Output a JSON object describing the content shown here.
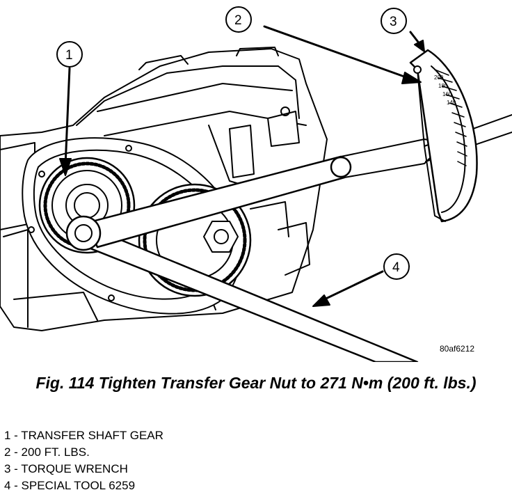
{
  "callouts": [
    {
      "number": "1"
    },
    {
      "number": "2"
    },
    {
      "number": "3"
    },
    {
      "number": "4"
    }
  ],
  "gauge_scale": [
    "200",
    "180",
    "160",
    "140"
  ],
  "figure_code": "80af6212",
  "caption": "Fig. 114 Tighten Transfer Gear Nut to 271 N•m (200 ft. lbs.)",
  "legend": [
    {
      "text": "1 - TRANSFER SHAFT GEAR"
    },
    {
      "text": "2 - 200 FT. LBS."
    },
    {
      "text": "3 - TORQUE WRENCH"
    },
    {
      "text": "4 - SPECIAL TOOL 6259"
    }
  ],
  "colors": {
    "ink": "#000000",
    "paper": "#ffffff"
  }
}
